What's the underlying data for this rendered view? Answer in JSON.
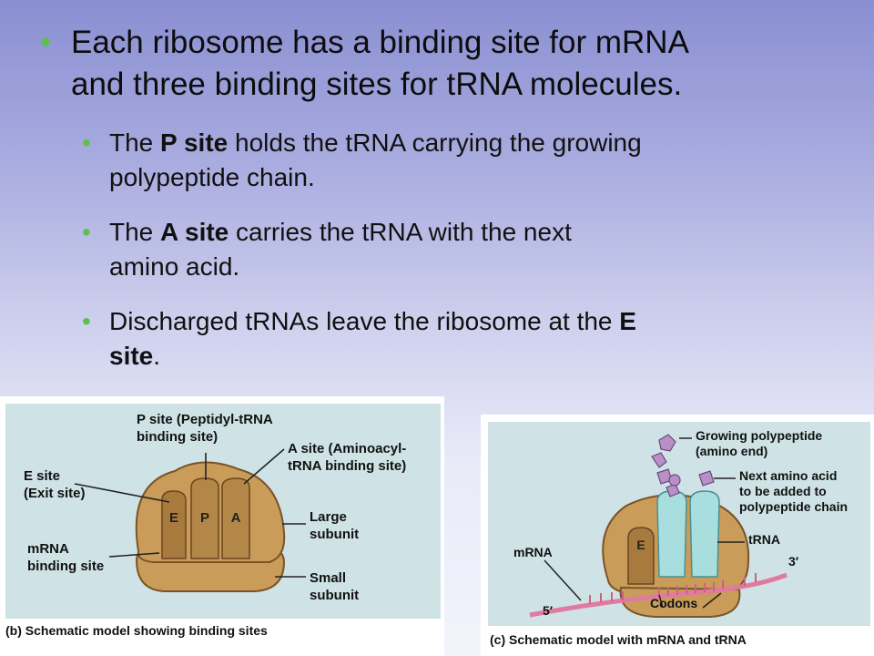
{
  "bullets": {
    "main": {
      "line1": "Each ribosome has a binding site for mRNA",
      "line2": "and three binding sites for tRNA molecules."
    },
    "sub1": {
      "pre": "The ",
      "bold": "P site",
      "post1": " holds the tRNA carrying the growing",
      "line2": "polypeptide chain."
    },
    "sub2": {
      "pre": "The ",
      "bold": "A site",
      "post1": " carries the tRNA with the next",
      "line2": "amino acid."
    },
    "sub3": {
      "line1a": "Discharged tRNAs leave the ribosome at the ",
      "bold1": "E",
      "bold2": "site",
      "end": "."
    }
  },
  "figure_b": {
    "p_site_1": "P site (Peptidyl-tRNA",
    "p_site_2": "binding site)",
    "a_site_1": "A site (Aminoacyl-",
    "a_site_2": "tRNA binding site)",
    "e_site_1": "E site",
    "e_site_2": "(Exit site)",
    "mrna_1": "mRNA",
    "mrna_2": "binding site",
    "large_1": "Large",
    "large_2": "subunit",
    "small_1": "Small",
    "small_2": "subunit",
    "site_e": "E",
    "site_p": "P",
    "site_a": "A",
    "caption": "(b) Schematic model showing binding sites"
  },
  "figure_c": {
    "growing_1": "Growing polypeptide",
    "growing_2": "(amino end)",
    "next_1": "Next amino acid",
    "next_2": "to be added to",
    "next_3": "polypeptide chain",
    "trna": "tRNA",
    "mrna": "mRNA",
    "three_prime": "3′",
    "five_prime": "5′",
    "site_e": "E",
    "codons": "Codons",
    "caption": "(c) Schematic model with mRNA and tRNA"
  }
}
